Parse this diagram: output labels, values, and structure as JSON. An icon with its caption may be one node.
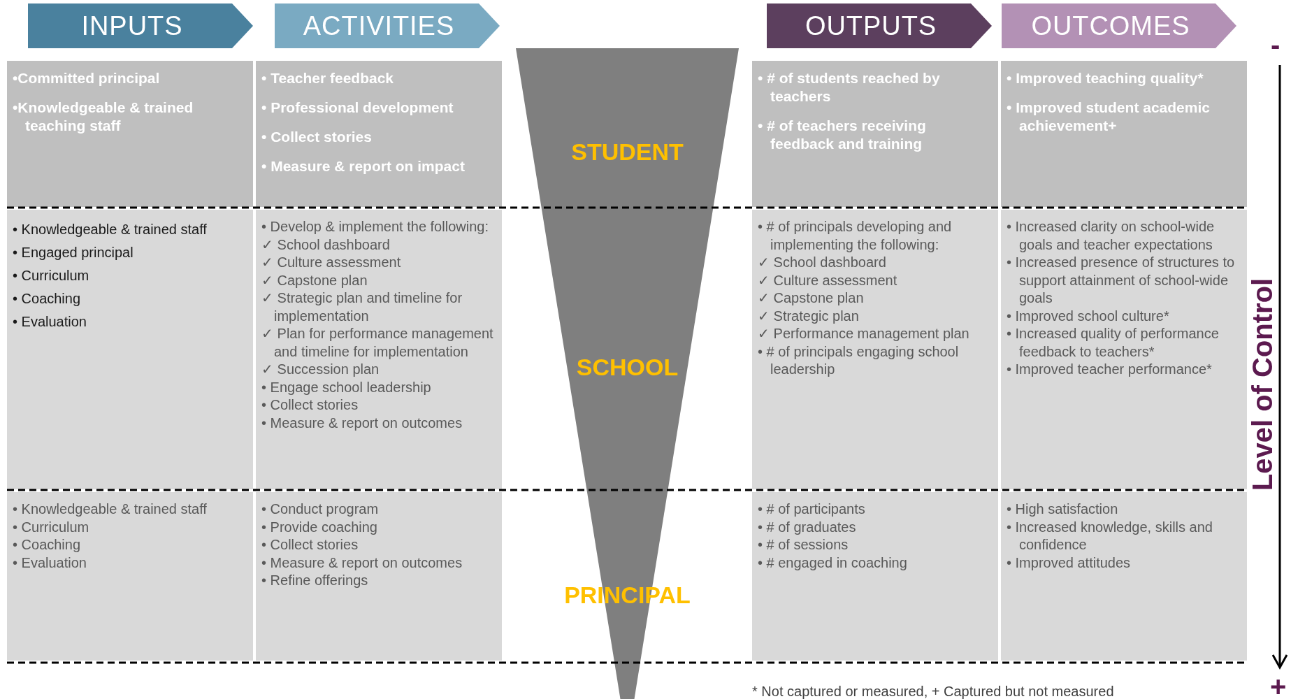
{
  "diagram": {
    "caption": "* Not captured or measured, + Captured but not measured",
    "nodes": [
      {
        "text": [
          "INPUTS"
        ]
      },
      {
        "text": [
          "ACTIVITIES"
        ]
      },
      {
        "text": [
          "OUTPUTS"
        ]
      },
      {
        "text": [
          "OUTCOMES"
        ]
      },
      {
        "text": [
          "STUDENT",
          "SCHOOL",
          "PRINCIPAL"
        ]
      },
      {
        "text": [
          "•Committed principal",
          "•Knowledgeable & trained teaching staff"
        ]
      },
      {
        "text": [
          "• Teacher feedback",
          "• Professional development",
          "• Collect stories",
          "• Measure & report on impact"
        ]
      },
      {
        "text": [
          "• # of students reached by teachers",
          "• # of teachers receiving feedback and training"
        ]
      },
      {
        "text": [
          "• Improved teaching quality*",
          "• Improved student academic achievement+"
        ]
      },
      {
        "text": [
          "• Knowledgeable & trained staff",
          "• Engaged principal",
          "• Curriculum",
          "• Coaching",
          "• Evaluation"
        ]
      },
      {
        "text": [
          "• Develop & implement the following:",
          "✓ School dashboard",
          "✓ Culture assessment",
          "✓ Capstone plan",
          "✓ Strategic plan and timeline for implementation",
          "✓ Plan for performance management and timeline for implementation",
          "✓ Succession plan",
          "• Engage school leadership",
          "• Collect stories",
          "• Measure & report on outcomes"
        ]
      },
      {
        "text": [
          "• # of principals developing and implementing the following:",
          "✓ School dashboard",
          "✓ Culture assessment",
          "✓ Capstone plan",
          "✓ Strategic plan",
          "✓ Performance management plan",
          "• # of principals engaging school leadership"
        ]
      },
      {
        "text": [
          "• Increased clarity on school-wide goals and teacher expectations",
          "• Increased presence of structures to support attainment of school-wide goals",
          "• Improved school culture*",
          "• Increased quality of performance feedback to teachers*",
          "• Improved teacher performance*"
        ]
      },
      {
        "text": [
          "• Knowledgeable & trained staff",
          "• Curriculum",
          "• Coaching",
          "• Evaluation"
        ]
      },
      {
        "text": [
          "• Conduct program",
          "• Provide coaching",
          "• Collect stories",
          "• Measure & report on outcomes",
          "• Refine offerings"
        ]
      },
      {
        "text": [
          "• # of participants",
          "• # of graduates",
          "• # of sessions",
          "• # engaged in coaching"
        ]
      },
      {
        "text": [
          "• High satisfaction",
          "• Increased knowledge, skills and confidence",
          "• Improved attitudes"
        ]
      }
    ],
    "labels": [
      "-",
      "Level of Control",
      "+"
    ]
  }
}
